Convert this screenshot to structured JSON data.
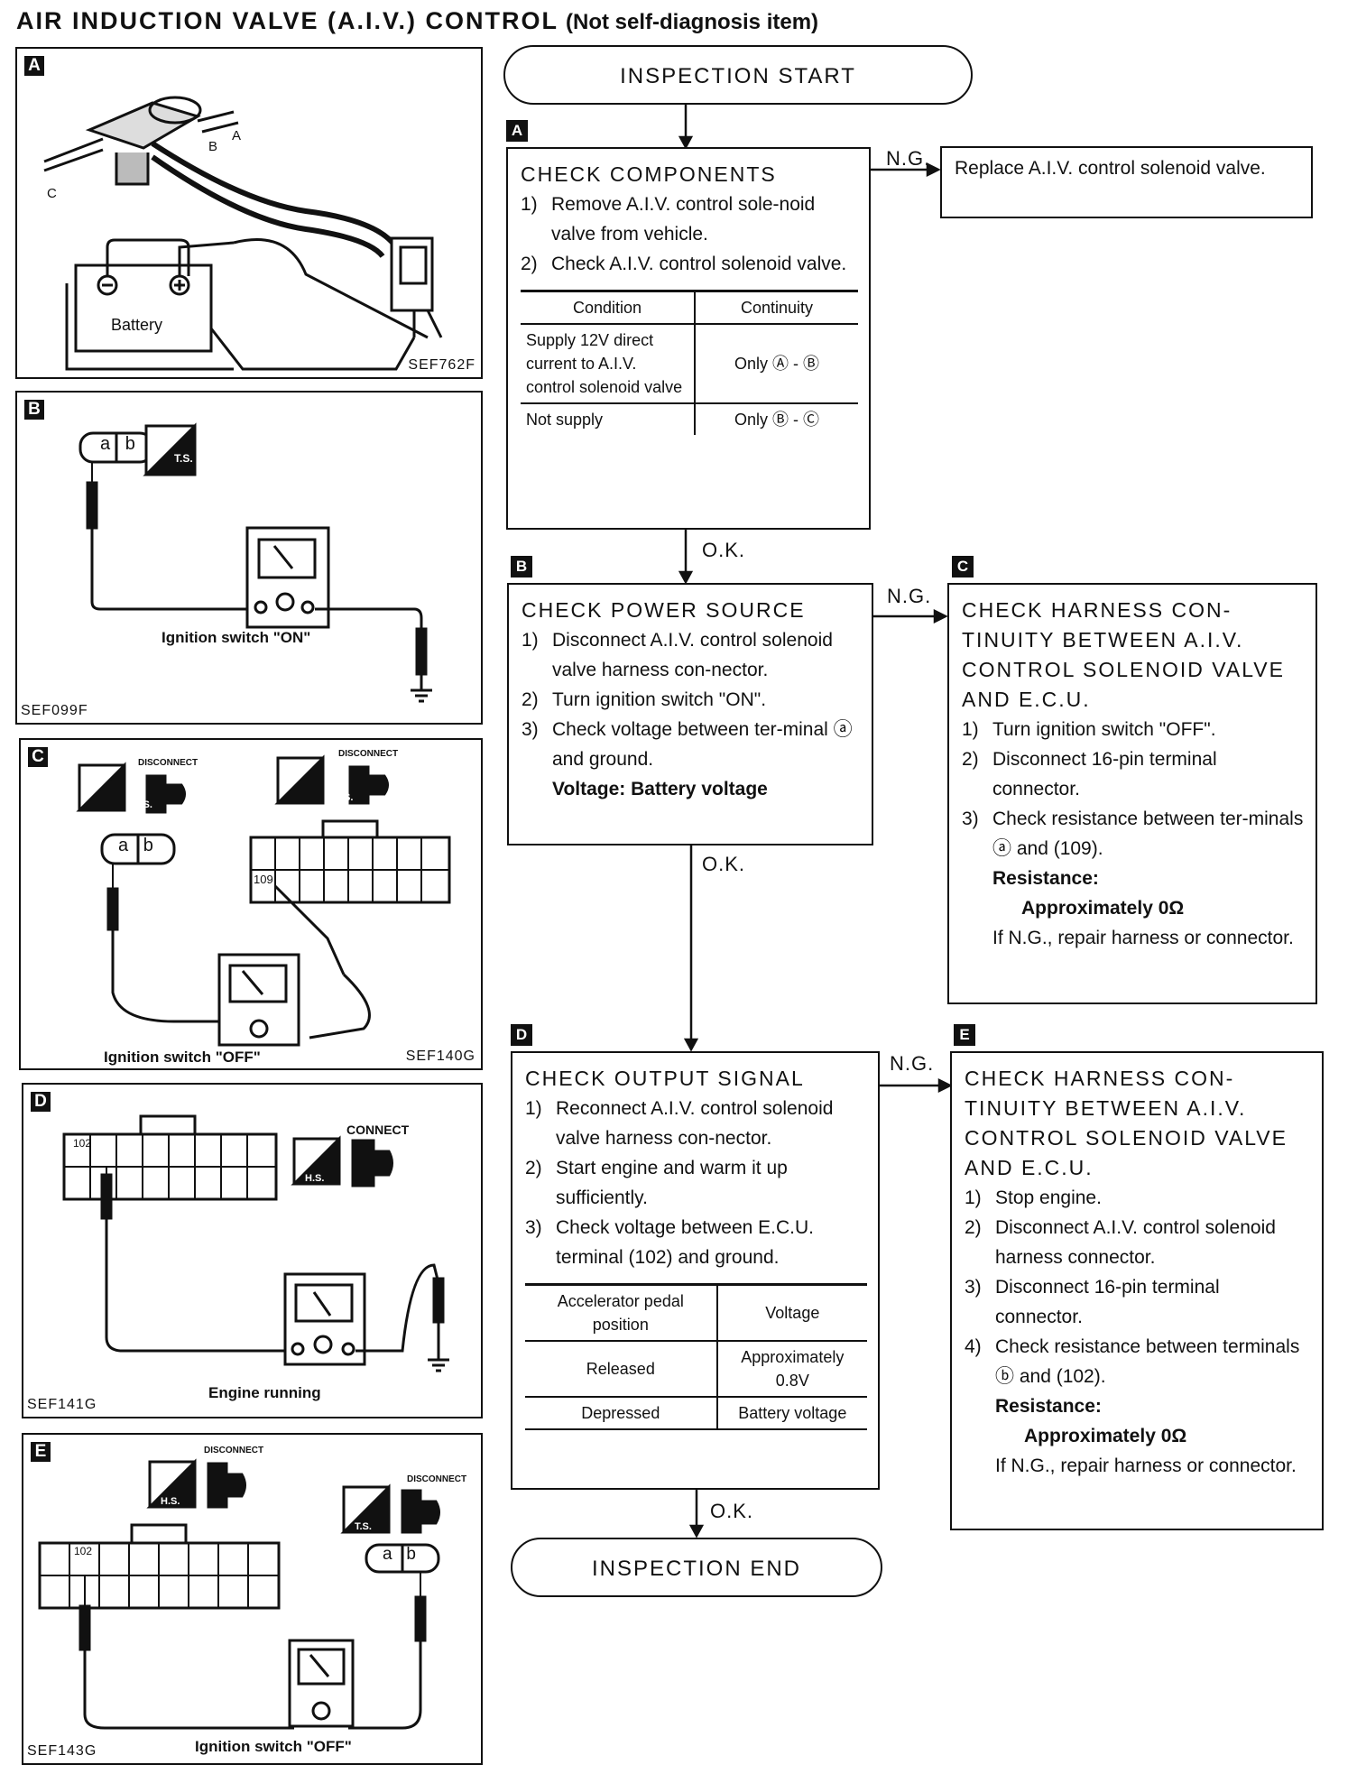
{
  "title": {
    "main": "AIR INDUCTION VALVE (A.I.V.) CONTROL",
    "sub": "(Not self-diagnosis item)"
  },
  "panels": {
    "A": {
      "letter": "A",
      "code": "SEF762F",
      "label_a": "A",
      "label_b": "B",
      "label_c": "C",
      "battery": "Battery"
    },
    "B": {
      "letter": "B",
      "code": "SEF099F",
      "caption": "Ignition switch \"ON\"",
      "ts": "T.S.",
      "terminal_a": "a",
      "terminal_b": "b"
    },
    "C": {
      "letter": "C",
      "code": "SEF140G",
      "caption": "Ignition switch \"OFF\"",
      "ts": "T.S.",
      "hs": "H.S.",
      "disconnect": "DISCONNECT",
      "pin": "109",
      "terminal_a": "a",
      "terminal_b": "b"
    },
    "D": {
      "letter": "D",
      "code": "SEF141G",
      "caption": "Engine running",
      "hs": "H.S.",
      "connect": "CONNECT",
      "pin": "102"
    },
    "E": {
      "letter": "E",
      "code": "SEF143G",
      "caption": "Ignition switch \"OFF\"",
      "ts": "T.S.",
      "hs": "H.S.",
      "disconnect": "DISCONNECT",
      "pin": "102",
      "terminal_a": "a",
      "terminal_b": "b"
    }
  },
  "flow": {
    "start": "INSPECTION START",
    "end": "INSPECTION END",
    "ok": "O.K.",
    "ng": "N.G.",
    "step_a": {
      "letter": "A",
      "head": "CHECK  COMPONENTS",
      "items": [
        "Remove A.I.V. control sole-noid valve from vehicle.",
        "Check A.I.V. control solenoid valve."
      ],
      "table_header": [
        "Condition",
        "Continuity"
      ],
      "table_rows": [
        [
          "Supply 12V direct current to A.I.V. control solenoid valve",
          "Only Ⓐ - Ⓑ"
        ],
        [
          "Not supply",
          "Only Ⓑ - Ⓒ"
        ]
      ]
    },
    "replace": "Replace A.I.V. control solenoid valve.",
    "step_b": {
      "letter": "B",
      "head": "CHECK  POWER  SOURCE",
      "items": [
        "Disconnect A.I.V. control solenoid valve harness con-nector.",
        "Turn ignition switch \"ON\".",
        "Check voltage between ter-minal ⓐ and ground."
      ],
      "voltage": "Voltage:  Battery voltage"
    },
    "step_c": {
      "letter": "C",
      "head": "CHECK HARNESS CON-TINUITY BETWEEN A.I.V. CONTROL SOLENOID VALVE AND E.C.U.",
      "items": [
        "Turn ignition switch \"OFF\".",
        "Disconnect 16-pin terminal connector.",
        "Check resistance between ter-minals ⓐ and (109)."
      ],
      "resistance_label": "Resistance:",
      "resistance_value": "Approximately 0Ω",
      "note": "If N.G., repair harness or connector."
    },
    "step_d": {
      "letter": "D",
      "head": "CHECK  OUTPUT  SIGNAL",
      "items": [
        "Reconnect A.I.V. control solenoid valve harness con-nector.",
        "Start engine and warm it up sufficiently.",
        "Check voltage between E.C.U. terminal (102) and ground."
      ],
      "table_header": [
        "Accelerator pedal position",
        "Voltage"
      ],
      "table_rows": [
        [
          "Released",
          "Approximately 0.8V"
        ],
        [
          "Depressed",
          "Battery voltage"
        ]
      ]
    },
    "step_e": {
      "letter": "E",
      "head": "CHECK HARNESS CON-TINUITY BETWEEN A.I.V. CONTROL SOLENOID VALVE AND E.C.U.",
      "items": [
        "Stop engine.",
        "Disconnect A.I.V. control solenoid harness connector.",
        "Disconnect 16-pin terminal connector.",
        "Check resistance between terminals ⓑ and (102)."
      ],
      "resistance_label": "Resistance:",
      "resistance_value": "Approximately 0Ω",
      "note": "If N.G., repair harness or connector."
    }
  }
}
